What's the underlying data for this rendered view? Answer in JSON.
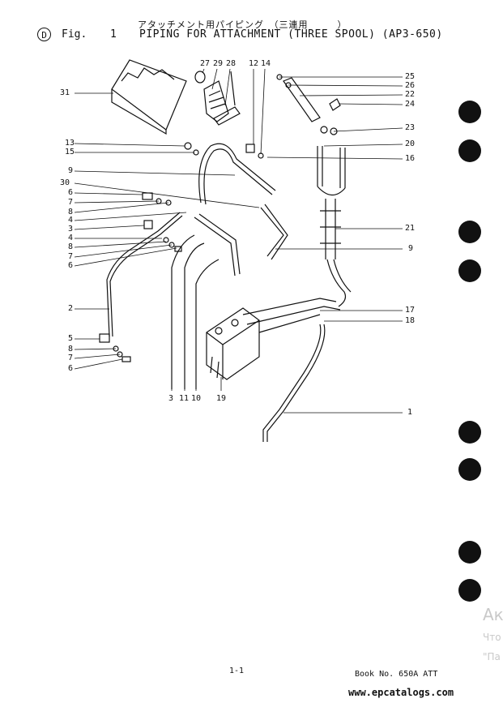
{
  "header": {
    "japanese_title": "アタッチメント用パイピング　（三連用　　　）",
    "section_letter": "D",
    "fig_label": "Fig.",
    "fig_number": "1",
    "title": "PIPING FOR ATTACHMENT (THREE SPOOL) (AP3-650)"
  },
  "callouts": {
    "left": [
      "31",
      "13",
      "15",
      "9",
      "30",
      "6",
      "7",
      "8",
      "4",
      "3",
      "4",
      "8",
      "7",
      "6",
      "2",
      "5",
      "8",
      "7",
      "6"
    ],
    "right": [
      "25",
      "26",
      "22",
      "24",
      "23",
      "20",
      "16",
      "21",
      "9",
      "17",
      "18",
      "1"
    ],
    "top": [
      "27",
      "29",
      "28",
      "12",
      "14"
    ],
    "bottom": [
      "3",
      "11",
      "10",
      "19"
    ]
  },
  "footer": {
    "page": "1-1",
    "book": "Book No. 650A ATT",
    "url": "www.epcatalogs.com"
  },
  "watermark": {
    "line1": "Ак",
    "line2": "Что",
    "line3": "\"Па"
  },
  "colors": {
    "ink": "#111111",
    "watermark": "#c9c9c9"
  }
}
